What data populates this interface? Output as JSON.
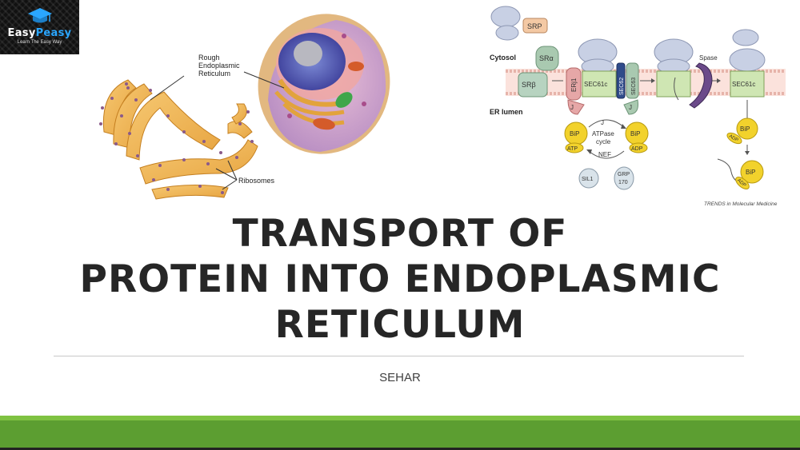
{
  "logo": {
    "brand_part1": "Easy",
    "brand_part2": "Peasy",
    "tagline": "Learn The Easy Way"
  },
  "cell_diagram": {
    "label_rer_1": "Rough",
    "label_rer_2": "Endoplasmic",
    "label_rer_3": "Reticulum",
    "label_ribosomes": "Ribosomes"
  },
  "translocation_diagram": {
    "cytosol": "Cytosol",
    "er_lumen": "ER lumen",
    "srp": "SRP",
    "sr_alpha": "SRα",
    "sr_beta": "SRβ",
    "erj1": "ERj1",
    "sec61c": "SEC61c",
    "sec62": "SEC62",
    "sec63": "SEC63",
    "spase": "Spase",
    "j": "J",
    "bip": "BiP",
    "atp": "ATP",
    "adp": "ADP",
    "atpase_1": "ATPase",
    "atpase_2": "cycle",
    "nef": "NEF",
    "sil1": "SIL1",
    "grp_1": "GRP",
    "grp_2": "170",
    "credit": "TRENDS in Molecular Medicine"
  },
  "slide": {
    "title_line1": "TRANSPORT OF",
    "title_line2": "PROTEIN INTO ENDOPLASMIC",
    "title_line3": "RETICULUM",
    "author": "SEHAR"
  }
}
